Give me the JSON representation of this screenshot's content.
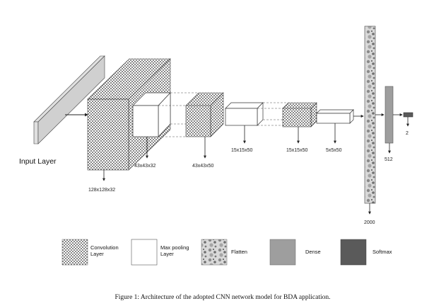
{
  "diagram": {
    "input_label": "Input Layer",
    "dims": {
      "conv1": "128x128x32",
      "pool1": "43x43x32",
      "conv2": "43x43x50",
      "pool2": "15x15x50",
      "conv3": "15x15x50",
      "pool3": "5x5x50",
      "flatten": "2000",
      "dense": "512",
      "softmax": "2"
    }
  },
  "legend": {
    "conv_line1": "Convolution",
    "conv_line2": "Layer",
    "pool_line1": "Max pooling",
    "pool_line2": "Layer",
    "flatten": "Flatten",
    "dense": "Dense",
    "softmax": "Softmax"
  },
  "caption": "Figure 1: Architecture of the adopted CNN network model for BDA application.",
  "colors": {
    "pattern_dots": "#333333",
    "dense_fill": "#9e9e9e",
    "softmax_fill": "#5a5a5a",
    "input_fill": "#e0e0e0",
    "line": "#222222"
  }
}
